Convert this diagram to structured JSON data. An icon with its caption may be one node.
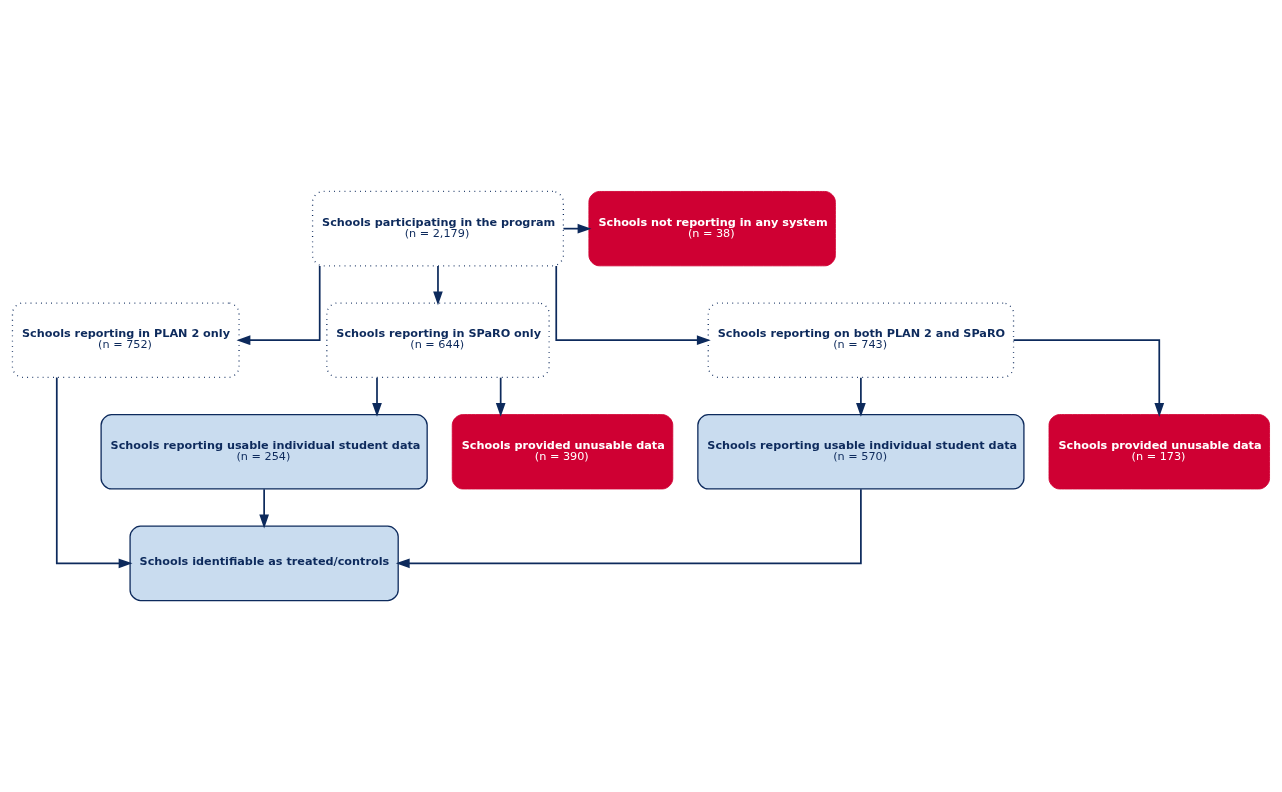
{
  "diagram": {
    "nodes": [
      {
        "text": [
          "Schools participating in the program",
          "(n = 2,179)"
        ]
      },
      {
        "text": [
          "Schools not reporting in any system",
          "(n = 38)"
        ]
      },
      {
        "text": [
          "Schools reporting in PLAN 2 only",
          "(n = 752)"
        ]
      },
      {
        "text": [
          "Schools reporting in SPaRO only",
          "(n = 644)"
        ]
      },
      {
        "text": [
          "Schools reporting on both PLAN 2 and SPaRO",
          "(n = 743)"
        ]
      },
      {
        "text": [
          "Schools reporting usable individual student data",
          "(n = 254)"
        ]
      },
      {
        "text": [
          "Schools provided unusable data",
          "(n = 390)"
        ]
      },
      {
        "text": [
          "Schools reporting usable individual student data",
          "(n = 570)"
        ]
      },
      {
        "text": [
          "Schools provided unusable data",
          "(n = 173)"
        ]
      },
      {
        "text": [
          "Schools identifiable as treated/controls"
        ]
      }
    ],
    "edges": [
      {
        "from": 0,
        "to": 1,
        "arrow": "to"
      },
      {
        "from": 0,
        "to": 2,
        "arrow": "to"
      },
      {
        "from": 0,
        "to": 3,
        "arrow": "to"
      },
      {
        "from": 0,
        "to": 4,
        "arrow": "to"
      },
      {
        "from": 3,
        "to": 5,
        "arrow": "to"
      },
      {
        "from": 3,
        "to": 6,
        "arrow": "to"
      },
      {
        "from": 4,
        "to": 7,
        "arrow": "to"
      },
      {
        "from": 4,
        "to": 8,
        "arrow": "to"
      },
      {
        "from": 2,
        "to": 9,
        "arrow": "to"
      },
      {
        "from": 5,
        "to": 9,
        "arrow": "to"
      },
      {
        "from": 7,
        "to": 9,
        "arrow": "to"
      }
    ]
  }
}
